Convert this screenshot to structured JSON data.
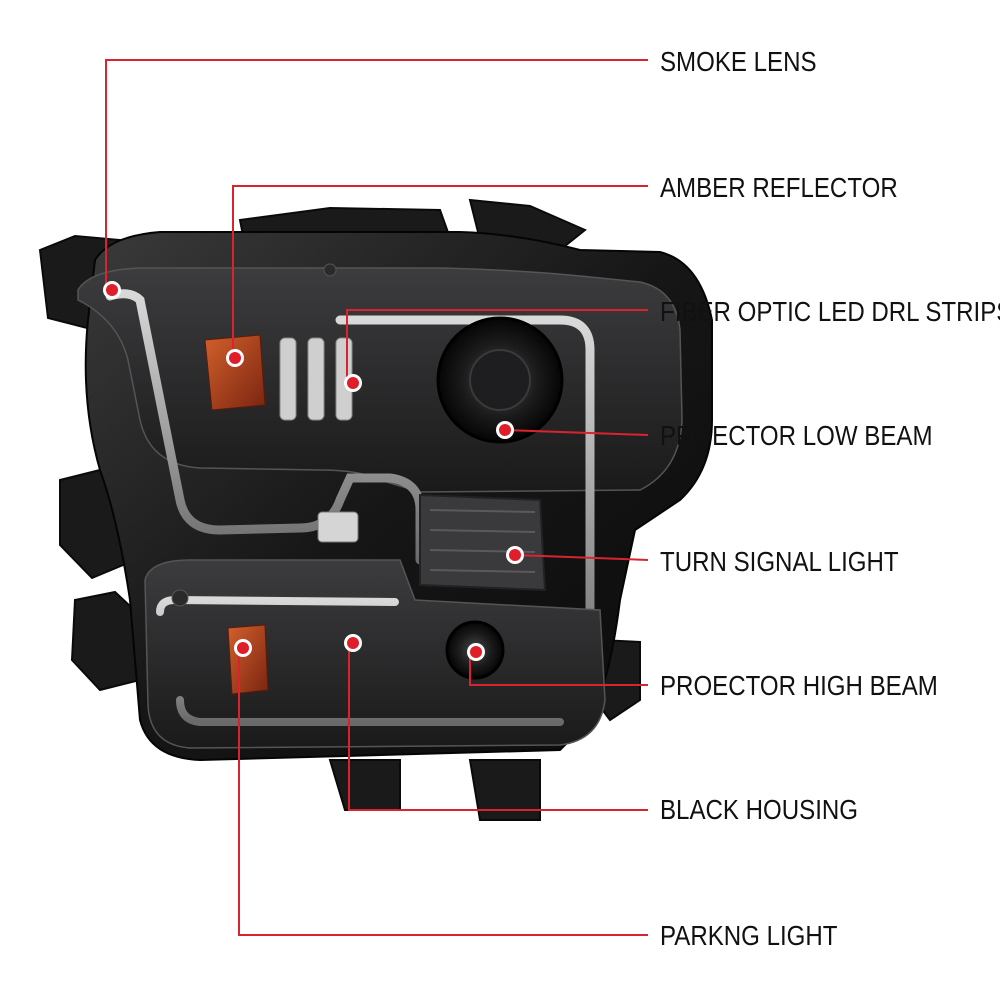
{
  "colors": {
    "leader_line": "#d9242f",
    "dot": "#e01e2a",
    "housing": "#141414",
    "lens_smoke": "#2b2b2d",
    "amber": "#b3401c"
  },
  "callouts": [
    {
      "id": "smoke-lens",
      "label": "SMOKE LENS"
    },
    {
      "id": "amber-reflector",
      "label": "AMBER REFLECTOR"
    },
    {
      "id": "fiber-optic-led-drl-strips",
      "label": "FIBER OPTIC LED DRL STRIPS"
    },
    {
      "id": "projector-low-beam",
      "label": "PROECTOR LOW BEAM"
    },
    {
      "id": "turn-signal-light",
      "label": "TURN SIGNAL LIGHT"
    },
    {
      "id": "projector-high-beam",
      "label": "PROECTOR HIGH BEAM"
    },
    {
      "id": "black-housing",
      "label": "BLACK HOUSING"
    },
    {
      "id": "parking-light",
      "label": "PARKNG LIGHT"
    }
  ]
}
